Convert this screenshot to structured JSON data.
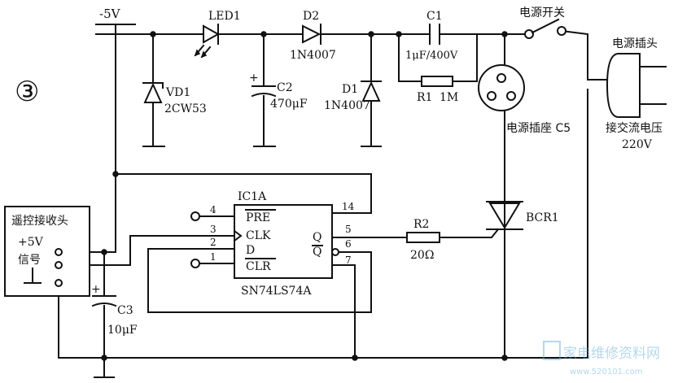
{
  "figure_label": "③",
  "supply_label": "-5V",
  "components": {
    "led1": "LED1",
    "d2": {
      "ref": "D2",
      "part": "1N4007"
    },
    "c1": {
      "ref": "C1",
      "value": "1μF/400V"
    },
    "r1": {
      "ref": "R1",
      "value": "1M"
    },
    "vd1": {
      "ref": "VD1",
      "part": "2CW53"
    },
    "c2": {
      "ref": "C2",
      "value": "470μF"
    },
    "d1": {
      "ref": "D1",
      "part": "1N4007"
    },
    "socket": "电源插座 C5",
    "switch": "电源开关",
    "plug": "电源插头",
    "ac_line1": "接交流电压",
    "ac_line2": "220V",
    "bcr": "BCR1",
    "r2": {
      "ref": "R2",
      "value": "20Ω"
    },
    "c3": {
      "ref": "C3",
      "value": "10μF"
    }
  },
  "receiver": {
    "title": "遥控接收头",
    "v5": "+5V",
    "signal": "信号"
  },
  "ic": {
    "ref": "IC1A",
    "part": "SN74LS74A",
    "pins": {
      "pre_num": "4",
      "pre": "PRE",
      "clk_num": "3",
      "clk": "CLK",
      "d_num": "2",
      "d": "D",
      "clr_num": "1",
      "clr": "CLR",
      "vcc_num": "14",
      "q_num": "5",
      "q": "Q",
      "qbar_num": "6",
      "qbar": "Q",
      "gnd_num": "7"
    }
  },
  "watermark": {
    "text": "家电维修资料网",
    "url": "www.520101.com"
  }
}
